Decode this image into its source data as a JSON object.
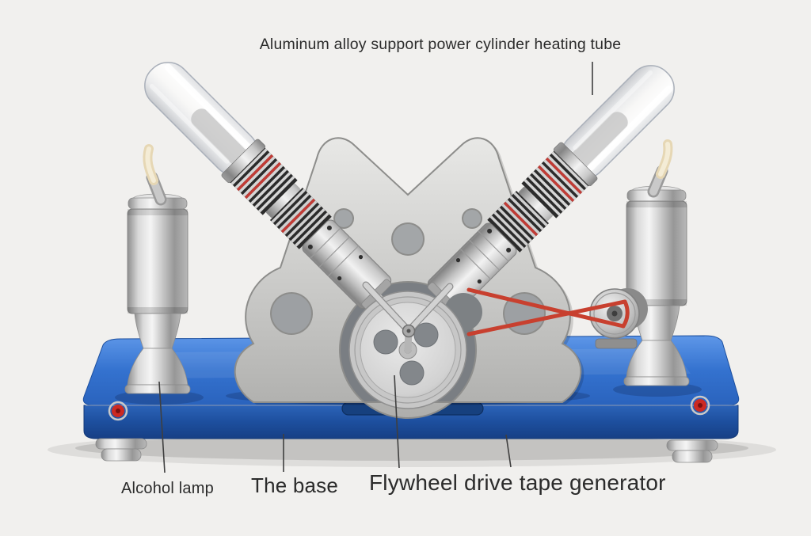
{
  "scene": {
    "description": "Metal V-twin Stirling engine model: two glass power-cylinder heating tubes on an aluminum support frame, two alcohol lamps, central flywheel driving a generator by a red tape belt, all mounted on a blue anodized aluminum base.",
    "colors": {
      "background": "#f1f0ee",
      "base_blue_top": "#3472cf",
      "base_blue_front": "#1d4f9e",
      "belt_red": "#c8402f",
      "gasket_red": "#c23b35",
      "wick_cream": "#e6d7b4",
      "metal_silver": "#c9c9c9",
      "text": "#2b2b2b"
    }
  },
  "labels": {
    "heating_tube": "Aluminum alloy support power cylinder heating tube",
    "alcohol_lamp": "Alcohol lamp",
    "base": "The base",
    "flywheel_generator": "Flywheel drive tape generator"
  }
}
